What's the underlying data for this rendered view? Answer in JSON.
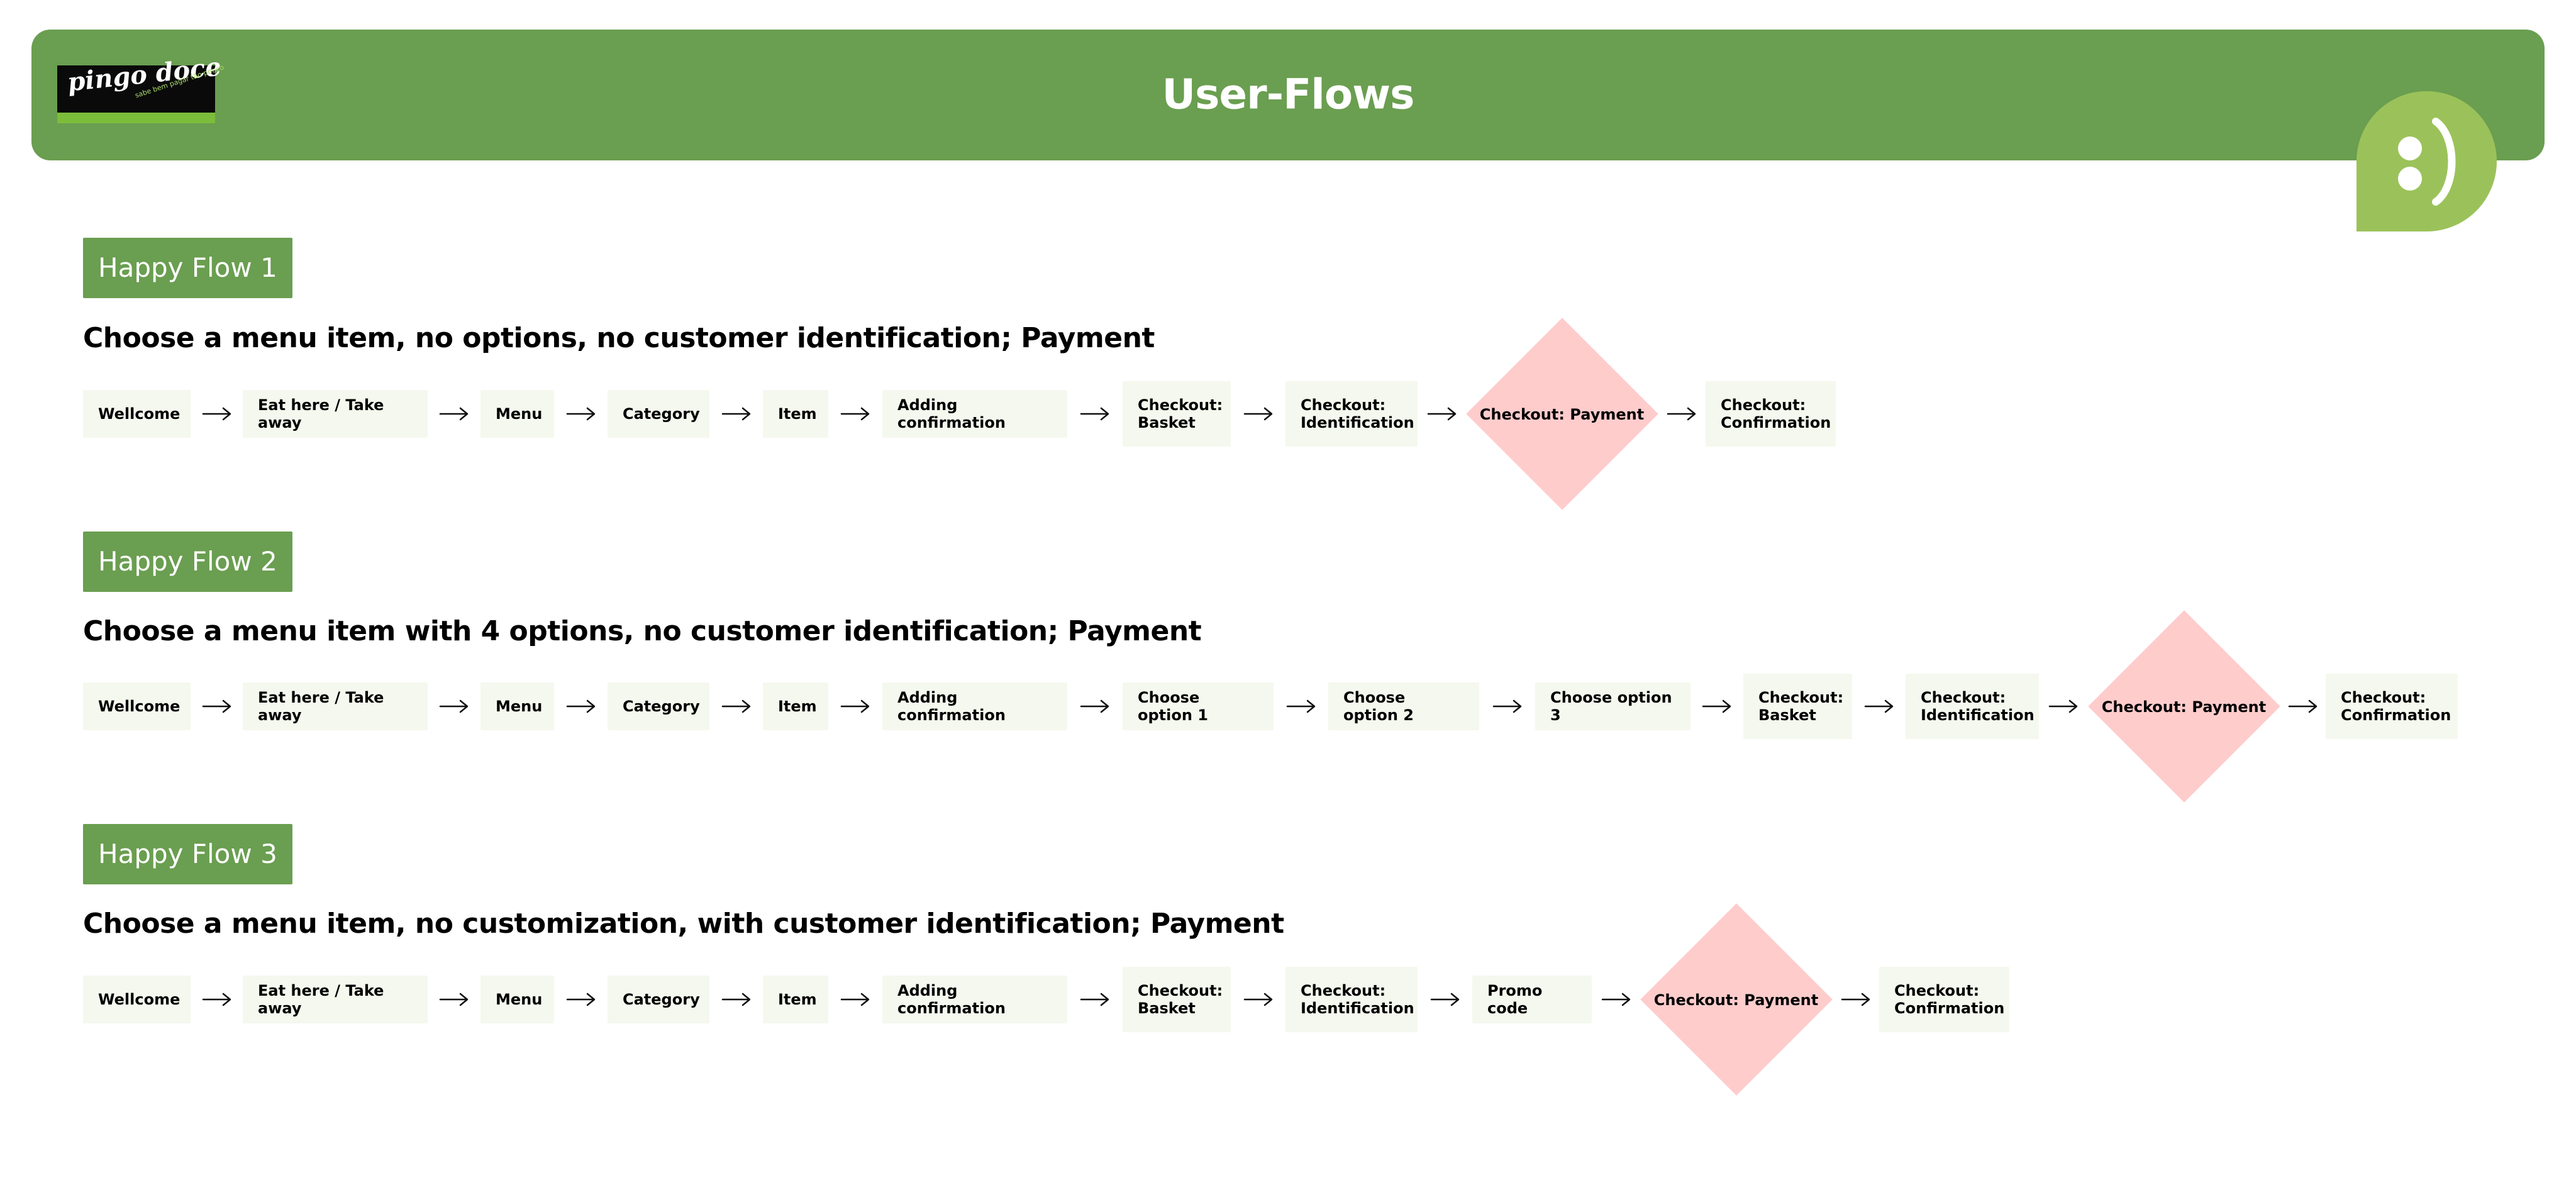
{
  "header": {
    "title": "User-Flows",
    "logo_text": "pingo doce",
    "logo_tagline": "sabe bem pagar tão pouco"
  },
  "flows": [
    {
      "tag": "Happy Flow 1",
      "title": "Choose a menu item, no options, no customer identification; Payment",
      "steps": [
        {
          "label": "Wellcome",
          "type": "node"
        },
        {
          "label": "Eat here / Take away",
          "type": "node"
        },
        {
          "label": "Menu",
          "type": "node"
        },
        {
          "label": "Category",
          "type": "node"
        },
        {
          "label": "Item",
          "type": "node"
        },
        {
          "label": "Adding confirmation",
          "type": "node"
        },
        {
          "label": "Checkout:\nBasket",
          "type": "node"
        },
        {
          "label": "Checkout:\nIdentification",
          "type": "node"
        },
        {
          "label": "Checkout: Payment",
          "type": "decision"
        },
        {
          "label": "Checkout:\nConfirmation",
          "type": "node"
        }
      ]
    },
    {
      "tag": "Happy Flow 2",
      "title": "Choose a menu item with 4 options, no customer identification; Payment",
      "steps": [
        {
          "label": "Wellcome",
          "type": "node"
        },
        {
          "label": "Eat here / Take away",
          "type": "node"
        },
        {
          "label": "Menu",
          "type": "node"
        },
        {
          "label": "Category",
          "type": "node"
        },
        {
          "label": "Item",
          "type": "node"
        },
        {
          "label": "Adding confirmation",
          "type": "node"
        },
        {
          "label": "Choose option 1",
          "type": "node"
        },
        {
          "label": "Choose option 2",
          "type": "node"
        },
        {
          "label": "Choose option 3",
          "type": "node"
        },
        {
          "label": "Checkout:\nBasket",
          "type": "node"
        },
        {
          "label": "Checkout:\nIdentification",
          "type": "node"
        },
        {
          "label": "Checkout: Payment",
          "type": "decision"
        },
        {
          "label": "Checkout:\nConfirmation",
          "type": "node"
        }
      ]
    },
    {
      "tag": "Happy Flow 3",
      "title": "Choose a menu item, no customization, with customer identification; Payment",
      "steps": [
        {
          "label": "Wellcome",
          "type": "node"
        },
        {
          "label": "Eat here / Take away",
          "type": "node"
        },
        {
          "label": "Menu",
          "type": "node"
        },
        {
          "label": "Category",
          "type": "node"
        },
        {
          "label": "Item",
          "type": "node"
        },
        {
          "label": "Adding confirmation",
          "type": "node"
        },
        {
          "label": "Checkout:\nBasket",
          "type": "node"
        },
        {
          "label": "Checkout:\nIdentification",
          "type": "node"
        },
        {
          "label": "Promo code",
          "type": "node"
        },
        {
          "label": "Checkout: Payment",
          "type": "decision"
        },
        {
          "label": "Checkout:\nConfirmation",
          "type": "node"
        }
      ]
    }
  ],
  "colors": {
    "header_green": "#6a9e50",
    "node_fill": "#f5f8ee",
    "decision_fill": "#ffcccc",
    "smiley_green": "#9bc25a"
  }
}
